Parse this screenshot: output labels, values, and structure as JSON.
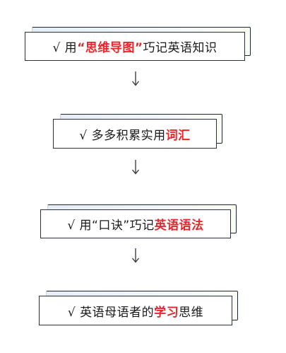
{
  "steps": [
    {
      "prefix": "√ 用",
      "highlight": "“思维导图”",
      "suffix": "巧记英语知识"
    },
    {
      "prefix": "√  多多积累实用",
      "highlight": "词汇",
      "suffix": ""
    },
    {
      "prefix": "√  用“口诀”巧记",
      "highlight": "英语语法",
      "suffix": ""
    },
    {
      "prefix": "√  英语母语者的",
      "highlight": "学习",
      "suffix": "思维"
    }
  ],
  "colors": {
    "highlight": "#e8262c",
    "text": "#1a1a1a",
    "border": "#2a2f3a"
  }
}
